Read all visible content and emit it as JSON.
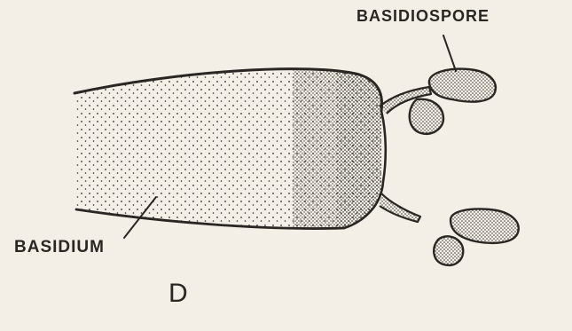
{
  "labels": {
    "basidiospore": "BASIDIOSPORE",
    "basidium": "BASIDIUM",
    "panel": "D"
  },
  "colors": {
    "paper": "#f3efe6",
    "ink": "#2a2623"
  }
}
